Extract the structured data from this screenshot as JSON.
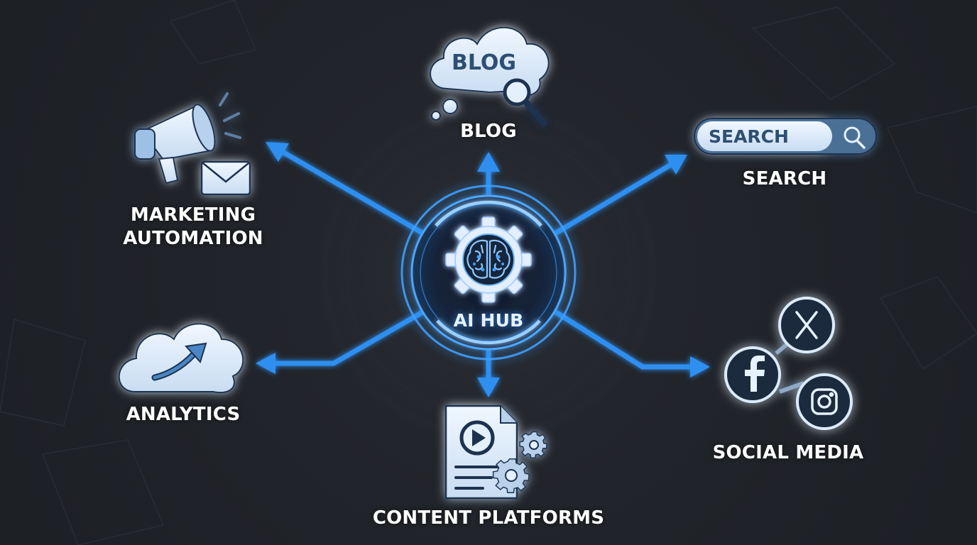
{
  "diagram": {
    "hub": {
      "label": "AI HUB",
      "icon": "brain-gear-icon"
    },
    "nodes": [
      {
        "id": "blog",
        "label": "BLOG",
        "icon": "blog-cloud-icon",
        "icon_text": "BLOG"
      },
      {
        "id": "search",
        "label": "SEARCH",
        "icon": "search-bar-icon",
        "icon_text": "SEARCH"
      },
      {
        "id": "marketing",
        "label_line1": "MARKETING",
        "label_line2": "AUTOMATION",
        "icon": "megaphone-envelope-icon"
      },
      {
        "id": "analytics",
        "label": "ANALYTICS",
        "icon": "cloud-trend-icon"
      },
      {
        "id": "content",
        "label": "CONTENT PLATFORMS",
        "icon": "video-document-gears-icon"
      },
      {
        "id": "social",
        "label": "SOCIAL MEDIA",
        "icon": "social-network-icon"
      }
    ],
    "colors": {
      "background": "#1f2227",
      "arrow": "#2f8ff0",
      "glow": "#3fa0ff",
      "icon_fill": "#dcebfb",
      "icon_stroke": "#1d3350",
      "label": "#ffffff"
    }
  }
}
